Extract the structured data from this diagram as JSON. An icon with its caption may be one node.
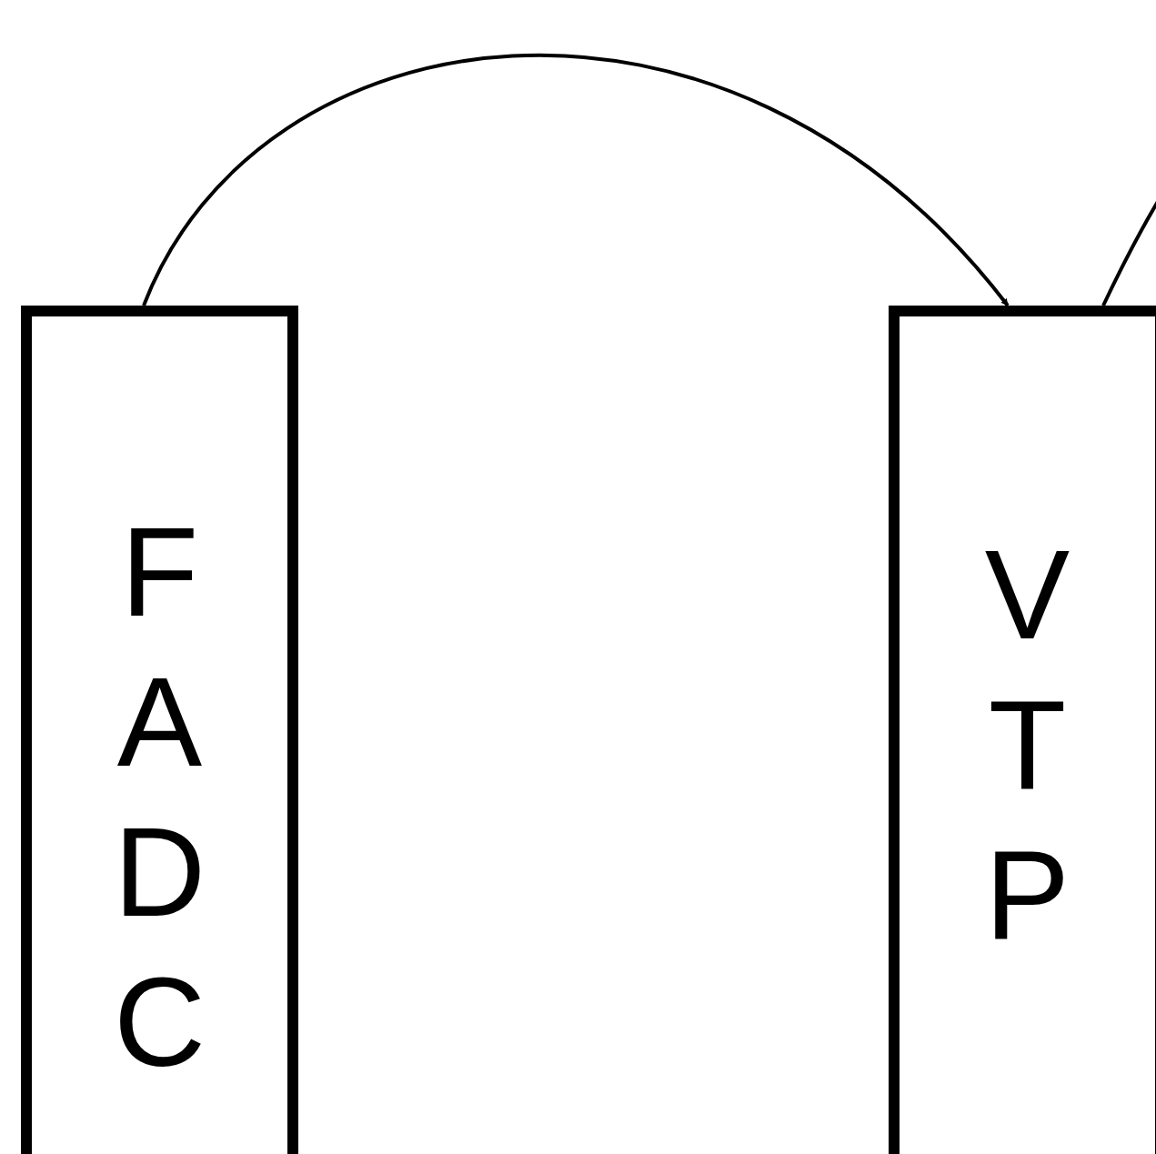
{
  "diagram": {
    "nodes": [
      {
        "text": [
          "FADC"
        ]
      },
      {
        "text": [
          "VTP"
        ]
      }
    ],
    "edges": [
      {
        "from": 0,
        "to": 1,
        "arrow": "to"
      },
      {
        "from": 1,
        "to": null,
        "arrow": "none"
      }
    ]
  }
}
